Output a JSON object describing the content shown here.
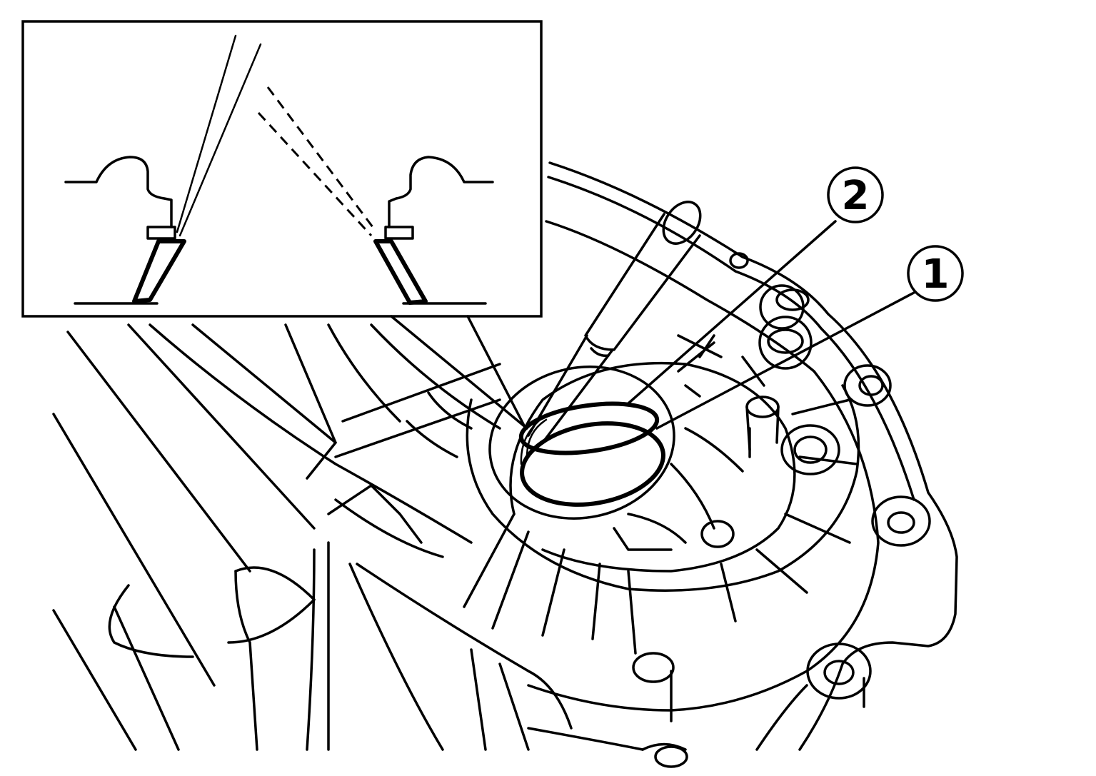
{
  "figure": {
    "callouts": [
      {
        "id": "callout-1",
        "number": "1",
        "target": "oil-seal"
      },
      {
        "id": "callout-2",
        "number": "2",
        "target": "seal-lip"
      }
    ],
    "icons": [
      "screwdriver-icon"
    ],
    "colors": {
      "line": "#000000",
      "background": "#ffffff"
    }
  }
}
